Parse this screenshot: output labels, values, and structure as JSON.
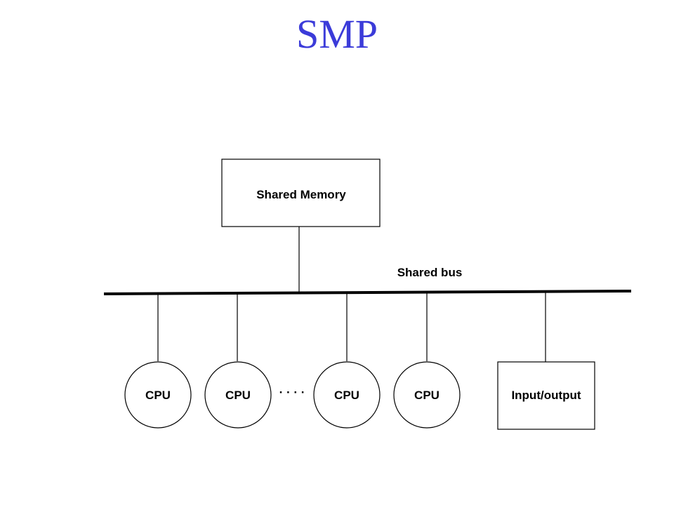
{
  "title": "SMP",
  "memory": {
    "label": "Shared Memory"
  },
  "bus": {
    "label": "Shared bus"
  },
  "cpus": [
    {
      "label": "CPU"
    },
    {
      "label": "CPU"
    },
    {
      "label": "CPU"
    },
    {
      "label": "CPU"
    }
  ],
  "ellipsis": "· · · ·",
  "io": {
    "label": "Input/output"
  },
  "colors": {
    "title": "#3b3bd9",
    "lines": "#000000"
  }
}
